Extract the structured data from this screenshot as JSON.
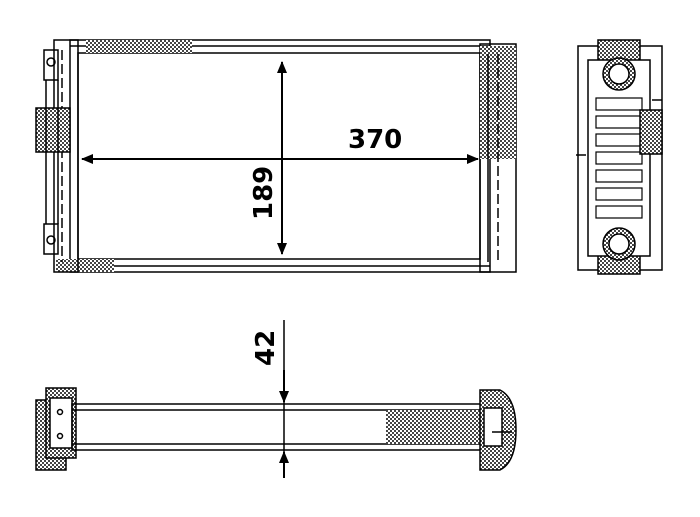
{
  "dimensions": {
    "width": "370",
    "height": "189",
    "depth": "42"
  },
  "colors": {
    "line": "#000000",
    "background": "#ffffff",
    "hatch": "#555555"
  }
}
